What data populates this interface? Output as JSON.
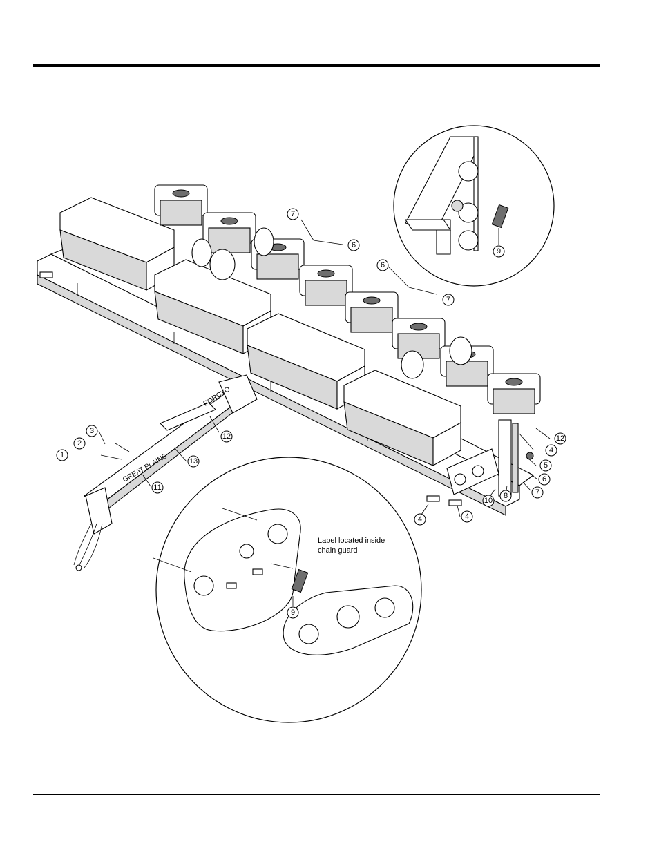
{
  "header": {
    "links": [
      "",
      ""
    ]
  },
  "figure": {
    "note_lines": [
      "Label located inside",
      "chain guard"
    ],
    "frame_lettering": [
      "GREAT PLAINS",
      "PORCYO"
    ],
    "callouts": [
      "1",
      "2",
      "3",
      "4",
      "4",
      "4",
      "5",
      "6",
      "6",
      "6",
      "7",
      "7",
      "7",
      "8",
      "9",
      "9",
      "10",
      "11",
      "12",
      "12",
      "13"
    ]
  }
}
